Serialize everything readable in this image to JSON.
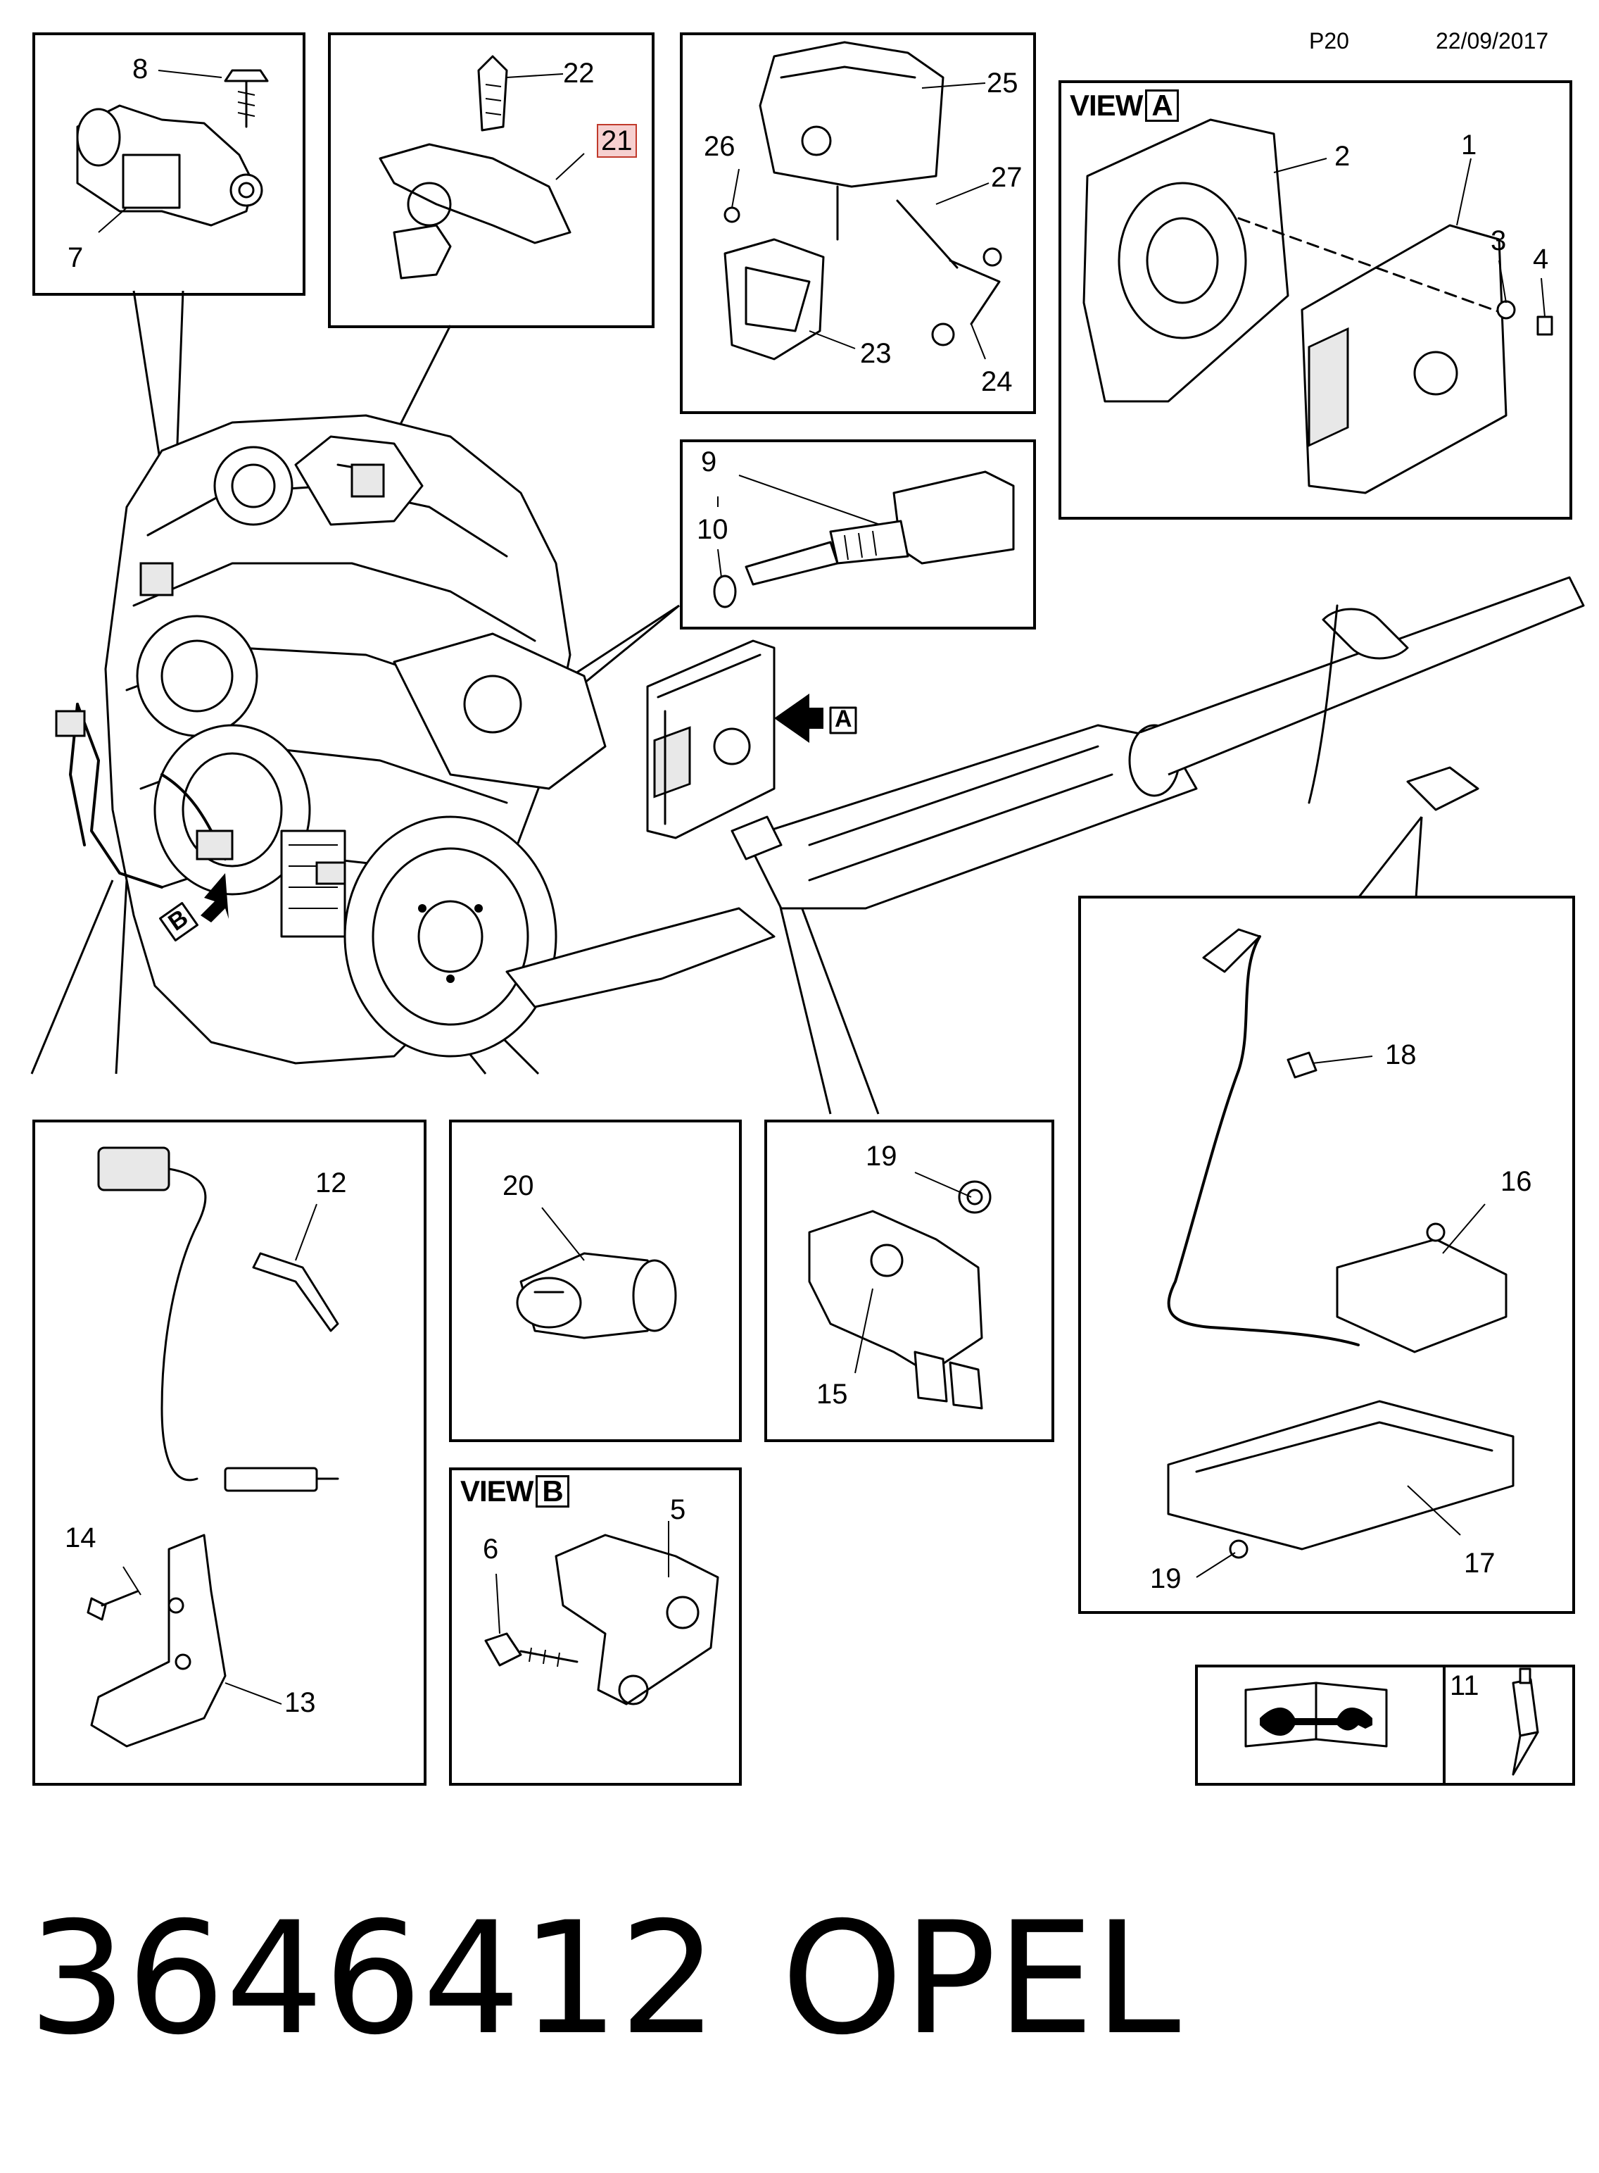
{
  "header": {
    "page_code": "P20",
    "date": "22/09/2017"
  },
  "views": {
    "view_a": {
      "word": "VIEW",
      "letter": "A"
    },
    "view_b": {
      "word": "VIEW",
      "letter": "B"
    }
  },
  "arrows": {
    "a": "A",
    "b": "B"
  },
  "callouts": {
    "c1": "1",
    "c2": "2",
    "c3": "3",
    "c4": "4",
    "c5": "5",
    "c6": "6",
    "c7": "7",
    "c8": "8",
    "c9": "9",
    "c10": "10",
    "c11": "11",
    "c12": "12",
    "c13": "13",
    "c14": "14",
    "c15": "15",
    "c16": "16",
    "c17": "17",
    "c18": "18",
    "c19a": "19",
    "c19b": "19",
    "c20": "20",
    "c21": "21",
    "c22": "22",
    "c23": "23",
    "c24": "24",
    "c25": "25",
    "c26": "26",
    "c27": "27"
  },
  "footer": {
    "part_number": "3646412",
    "brand": "OPEL"
  },
  "colors": {
    "highlight_border": "#c0392b",
    "highlight_fill": "#f6d0d0",
    "line": "#000000"
  }
}
